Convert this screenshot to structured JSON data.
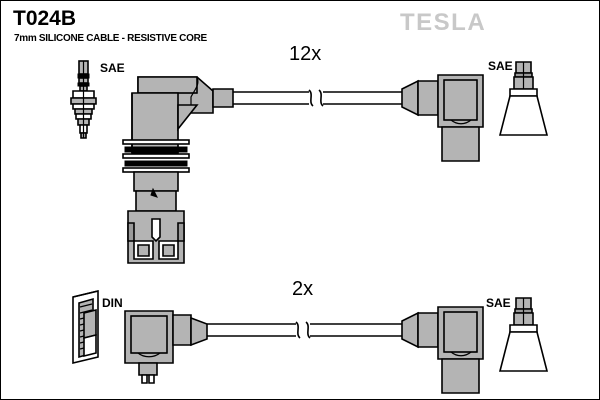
{
  "document": {
    "title": "T024B",
    "subtitle": "7mm SILICONE CABLE - RESISTIVE CORE",
    "brand": "TESLA"
  },
  "colors": {
    "outline": "#000000",
    "body_gray": "#b4b4b4",
    "shadow_gray": "#9a9a9a",
    "brand_gray": "#c8c8c8",
    "background": "#ffffff"
  },
  "assemblies": [
    {
      "id": "top-assembly",
      "quantity_label": "12x",
      "left_end": {
        "terminal_standard": "SAE",
        "terminal_icon": "spark-plug-icon",
        "connector": "angled-boot-90-ribbed"
      },
      "right_end": {
        "terminal_standard": "SAE",
        "terminal_icon": "rubber-boot-icon",
        "connector": "angled-boot-90"
      },
      "cable_break": true
    },
    {
      "id": "bottom-assembly",
      "quantity_label": "2x",
      "left_end": {
        "terminal_standard": "DIN",
        "terminal_icon": "din-socket-icon",
        "connector": "angled-boot-90-coil"
      },
      "right_end": {
        "terminal_standard": "SAE",
        "terminal_icon": "rubber-boot-icon",
        "connector": "angled-boot-90"
      },
      "cable_break": true
    }
  ],
  "labels": {
    "sae_top_left": "SAE",
    "sae_top_right": "SAE",
    "sae_bottom_right": "SAE",
    "din_bottom_left": "DIN"
  }
}
